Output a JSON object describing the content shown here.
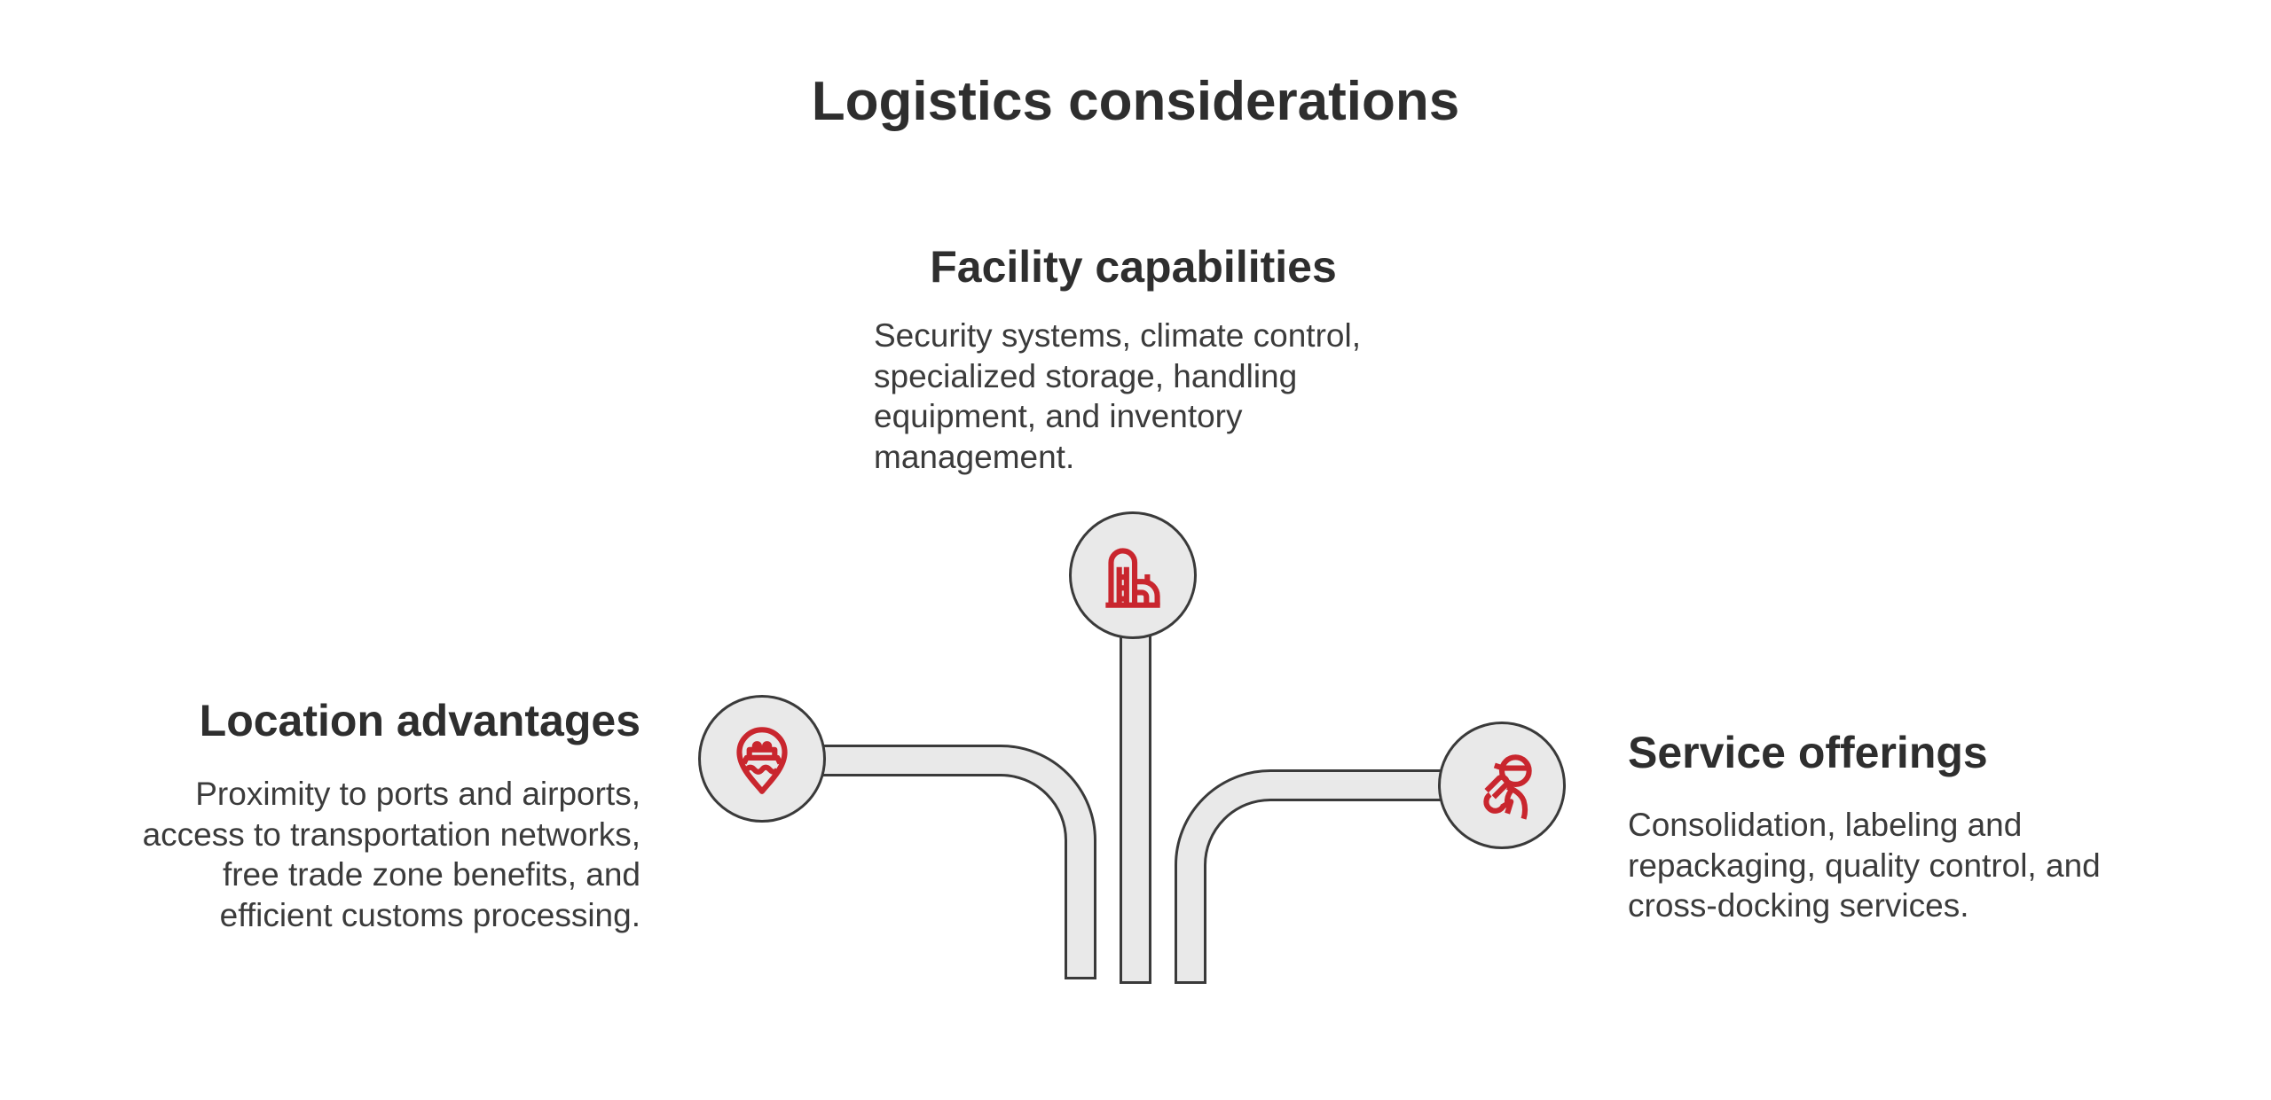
{
  "title": "Logistics considerations",
  "colors": {
    "accent_red": "#c9262e",
    "node_fill": "#e9e9e9",
    "node_stroke": "#3a3a3a",
    "heading_text": "#2e2e2e",
    "body_text": "#3b3b3b"
  },
  "sections": {
    "top": {
      "heading": "Facility capabilities",
      "body": "Security systems, climate control,\nspecialized storage, handling\nequipment, and inventory\nmanagement.",
      "icon": "silo-tank-icon"
    },
    "left": {
      "heading": "Location advantages",
      "body": "Proximity to ports and airports,\naccess to transportation networks,\nfree trade zone benefits, and\nefficient customs processing.",
      "icon": "port-location-pin-icon"
    },
    "right": {
      "heading": "Service offerings",
      "body": "Consolidation, labeling and\nrepackaging, quality control, and\ncross-docking services.",
      "icon": "logistics-worker-icon"
    }
  }
}
